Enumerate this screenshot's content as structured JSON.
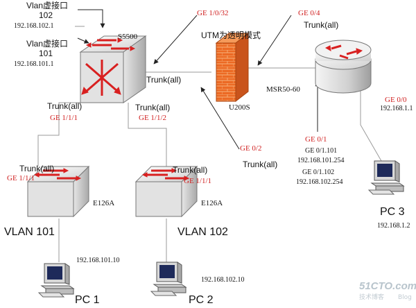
{
  "colors": {
    "label_red": "#d02020",
    "line_gray": "#9a9a9a",
    "firewall_orange": "#e8621e",
    "switch_gray": "#d9d9d9"
  },
  "vlan_interfaces": [
    {
      "name": "Vlan虚接口",
      "num": "102",
      "ip": "192.168.102.1"
    },
    {
      "name": "Vlan虚接口",
      "num": "101",
      "ip": "192.168.101.1"
    }
  ],
  "core_switch": {
    "name": "S5500",
    "icon": "core-switch-icon"
  },
  "utm": {
    "mode": "UTM为透明模式",
    "name": "U200S",
    "icon": "firewall-icon"
  },
  "router": {
    "name": "MSR50-60",
    "icon": "router-icon"
  },
  "ports": {
    "s5500_utm": "GE 1/0/32",
    "msr_utm": "GE 0/4",
    "s5500_left": "GE 1/1/1",
    "s5500_right": "GE 1/1/2",
    "utm_down": "GE 0/2",
    "msr_down": "GE 0/1",
    "msr_pc3": "GE 0/0",
    "e126a_1": "GE 1/1/1",
    "e126a_2": "GE 1/1/1"
  },
  "trunk": "Trunk(all)",
  "msr_subif": [
    {
      "name": "GE 0/1.101",
      "ip": "192.168.101.254"
    },
    {
      "name": "GE 0/1.102",
      "ip": "192.168.102.254"
    }
  ],
  "msr_ge00_ip": "192.168.1.1",
  "access_switches": [
    {
      "name": "E126A",
      "vlan": "VLAN 101"
    },
    {
      "name": "E126A",
      "vlan": "VLAN 102"
    }
  ],
  "pcs": [
    {
      "name": "PC 1",
      "ip": "192.168.101.10",
      "icon": "pc-icon"
    },
    {
      "name": "PC 2",
      "ip": "192.168.102.10",
      "icon": "pc-icon"
    },
    {
      "name": "PC 3",
      "ip": "192.168.1.2",
      "icon": "pc-icon"
    }
  ],
  "watermark": {
    "site": "51CTO.com",
    "sub": "技术博客",
    "blog": "Blog"
  }
}
